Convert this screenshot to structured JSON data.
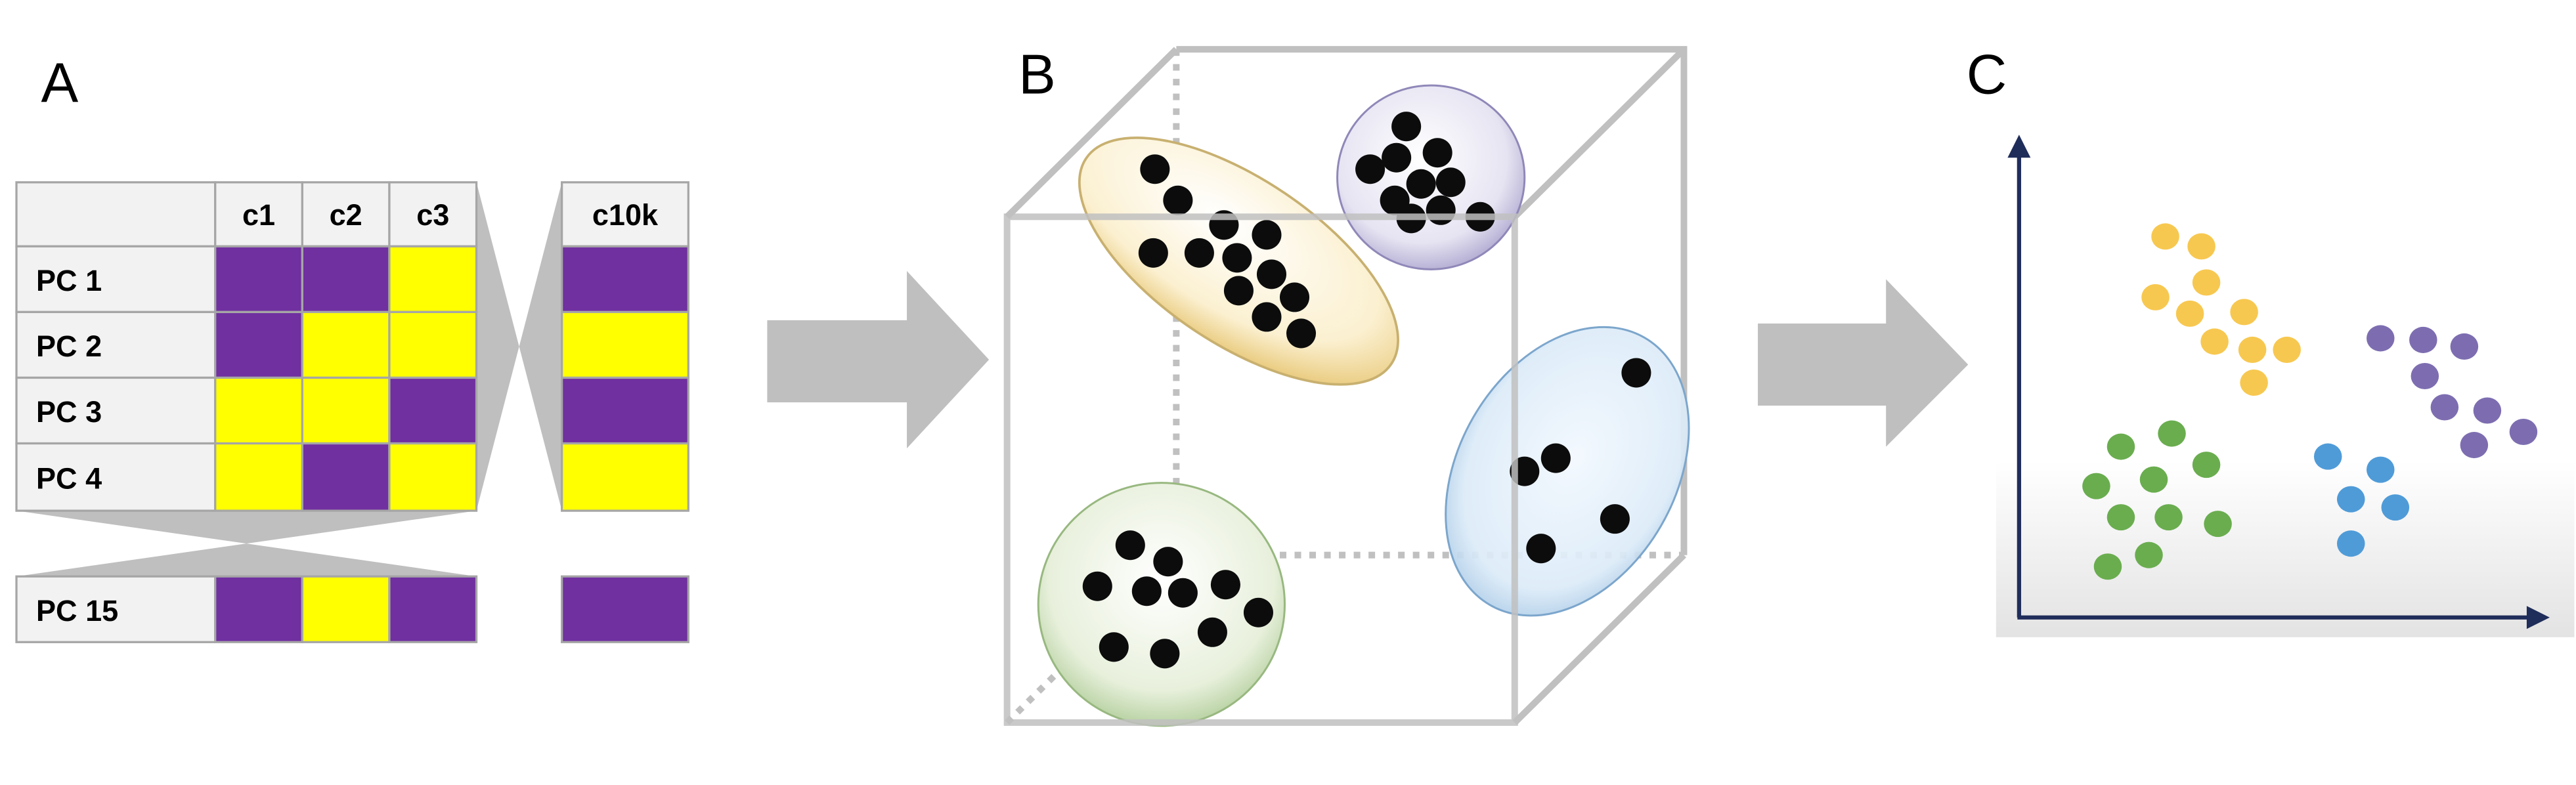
{
  "panels": {
    "a": "A",
    "b": "B",
    "c": "C"
  },
  "table": {
    "columns": [
      "c1",
      "c2",
      "c3"
    ],
    "last_column": "c10k",
    "rows": [
      {
        "label": "PC 1",
        "cells": [
          "purple",
          "purple",
          "yellow"
        ],
        "last": "purple"
      },
      {
        "label": "PC 2",
        "cells": [
          "purple",
          "yellow",
          "yellow"
        ],
        "last": "yellow"
      },
      {
        "label": "PC 3",
        "cells": [
          "yellow",
          "yellow",
          "purple"
        ],
        "last": "purple"
      },
      {
        "label": "PC 4",
        "cells": [
          "yellow",
          "purple",
          "yellow"
        ],
        "last": "yellow"
      }
    ],
    "final_row": {
      "label": "PC 15",
      "cells": [
        "purple",
        "yellow",
        "purple"
      ],
      "last": "purple"
    }
  },
  "colors": {
    "purple": "#7030a0",
    "yellow": "#ffff00",
    "header_bg": "#f2f2f2",
    "grid": "#a6a6a6",
    "arrow": "#bfbfbf",
    "axis": "#1f2d5a",
    "cluster_yellow": "#f7c850",
    "cluster_purple": "#7d6db0",
    "cluster_blue": "#4f9bd8",
    "cluster_green": "#6aad4f"
  }
}
